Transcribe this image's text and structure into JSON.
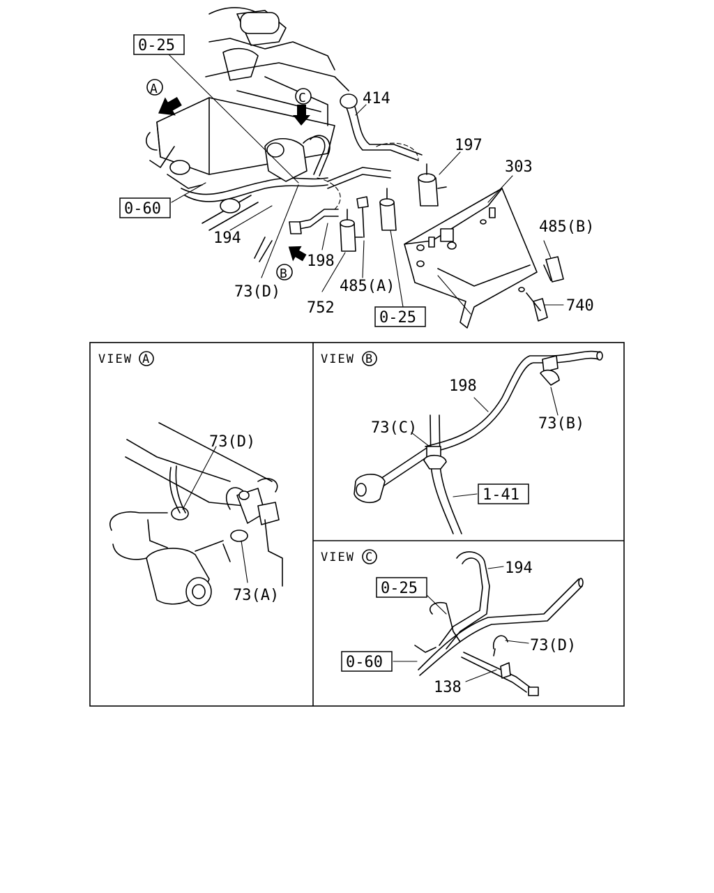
{
  "top_diagram": {
    "callouts": {
      "ref_0_25_top": "0-25",
      "ref_0_60": "0-60",
      "ref_0_25_bottom": "0-25",
      "p414": "414",
      "p197": "197",
      "p303": "303",
      "p485b": "485(B)",
      "p740": "740",
      "p194": "194",
      "p198": "198",
      "p73d": "73(D)",
      "p485a": "485(A)",
      "p752": "752"
    },
    "view_markers": {
      "a": "A",
      "b": "B",
      "c": "C"
    }
  },
  "view_a": {
    "title": "VIEW",
    "letter": "A",
    "callouts": {
      "p73d": "73(D)",
      "p73a": "73(A)"
    }
  },
  "view_b": {
    "title": "VIEW",
    "letter": "B",
    "callouts": {
      "p198": "198",
      "p73c": "73(C)",
      "p73b": "73(B)",
      "ref_1_41": "1-41"
    }
  },
  "view_c": {
    "title": "VIEW",
    "letter": "C",
    "callouts": {
      "p194": "194",
      "ref_0_25": "0-25",
      "p73d": "73(D)",
      "ref_0_60": "0-60",
      "p138": "138"
    }
  }
}
